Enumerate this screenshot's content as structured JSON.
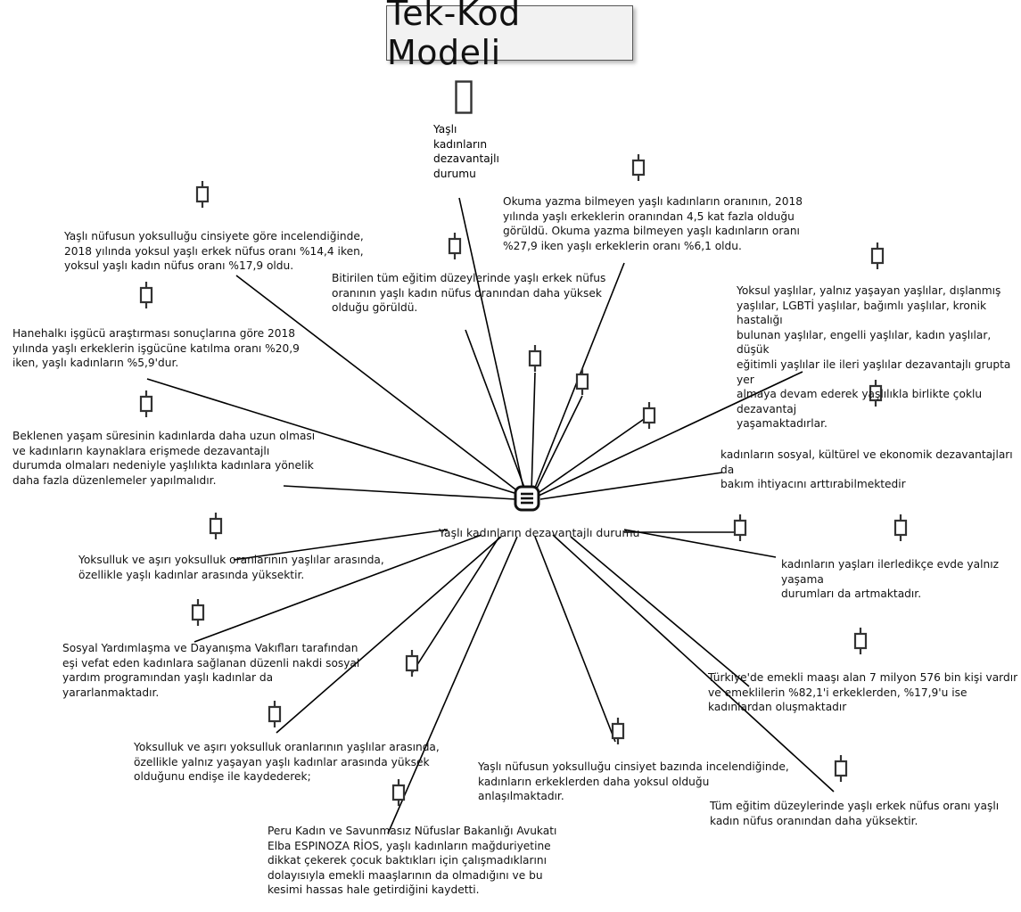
{
  "title": "Tek-Kod Modeli",
  "central_topic": "Yaşlı kadınların dezavantajlı durumu",
  "top_label": "Yaşlı\nkadınların\ndezavantajlı\ndurumu",
  "icons": {
    "hub": "list-icon",
    "top": "document-icon",
    "code": "code-node-icon"
  },
  "codes": [
    "Yaşlı nüfusun yoksulluğu cinsiyete göre incelendiğinde,\n2018 yılında yoksul yaşlı erkek nüfus oranı %14,4 iken,\nyoksul yaşlı kadın nüfus oranı %17,9 oldu.",
    "Okuma yazma bilmeyen yaşlı kadınların oranının, 2018\nyılında yaşlı erkeklerin oranından 4,5 kat fazla olduğu\ngörüldü. Okuma yazma bilmeyen yaşlı kadınların oranı\n%27,9 iken yaşlı erkeklerin oranı %6,1 oldu.",
    "Bitirilen tüm eğitim düzeylerinde yaşlı erkek nüfus\noranının yaşlı kadın nüfus oranından daha yüksek\nolduğu görüldü.",
    "Yoksul yaşlılar, yalnız yaşayan yaşlılar, dışlanmış\nyaşlılar, LGBTİ yaşlılar, bağımlı yaşlılar, kronik hastalığı\nbulunan yaşlılar, engelli yaşlılar, kadın yaşlılar, düşük\neğitimli yaşlılar ile ileri yaşlılar dezavantajlı grupta yer\nalmaya devam ederek yaşlılıkla birlikte çoklu dezavantaj\nyaşamaktadırlar.",
    "Hanehalkı işgücü araştırması sonuçlarına göre 2018\nyılında yaşlı erkeklerin işgücüne katılma oranı %20,9\niken, yaşlı kadınların %5,9'dur.",
    "Beklenen yaşam süresinin kadınlarda daha uzun olması\nve kadınların kaynaklara erişmede dezavantajlı\ndurumda  olmaları nedeniyle yaşlılıkta kadınlara yönelik\ndaha fazla  düzenlemeler yapılmalıdır.",
    "kadınların sosyal, kültürel ve ekonomik dezavantajları da\nbakım ihtiyacını arttırabilmektedir",
    "Yoksulluk ve aşırı yoksulluk oranlarının yaşlılar arasında,\nözellikle yaşlı kadınlar arasında yüksektir.",
    "kadınların yaşları ilerledikçe evde yalnız yaşama\ndurumları da artmaktadır.",
    "Sosyal Yardımlaşma ve Dayanışma Vakıfları tarafından\neşi vefat eden kadınlara sağlanan düzenli nakdi sosyal\nyardım  programından yaşlı kadınlar da\nyararlanmaktadır.",
    "Türkiye'de emekli maaşı alan 7 milyon 576 bin kişi vardır\nve emeklilerin %82,1'i erkeklerden, %17,9'u ise\nkadınlardan oluşmaktadır",
    "Yoksulluk ve aşırı yoksulluk oranlarının yaşlılar arasında,\nözellikle yalnız yaşayan yaşlı kadınlar arasında yüksek\nolduğunu endişe ile kaydederek;",
    "Yaşlı nüfusun yoksulluğu cinsiyet bazında incelendiğinde,\nkadınların erkeklerden daha yoksul olduğu\nanlaşılmaktadır.",
    "Tüm eğitim düzeylerinde yaşlı erkek nüfus oranı yaşlı\nkadın nüfus oranından daha yüksektir.",
    "Peru Kadın ve Savunmasız Nüfuslar Bakanlığı Avukatı\nElba ESPINOZA RİOS, yaşlı kadınların mağduriyetine\ndikkat çekerek çocuk baktıkları için çalışmadıklarını\ndolayısıyla emekli maaşlarının da olmadığını ve bu\nkesimi hassas hale getirdiğini kaydetti."
  ]
}
